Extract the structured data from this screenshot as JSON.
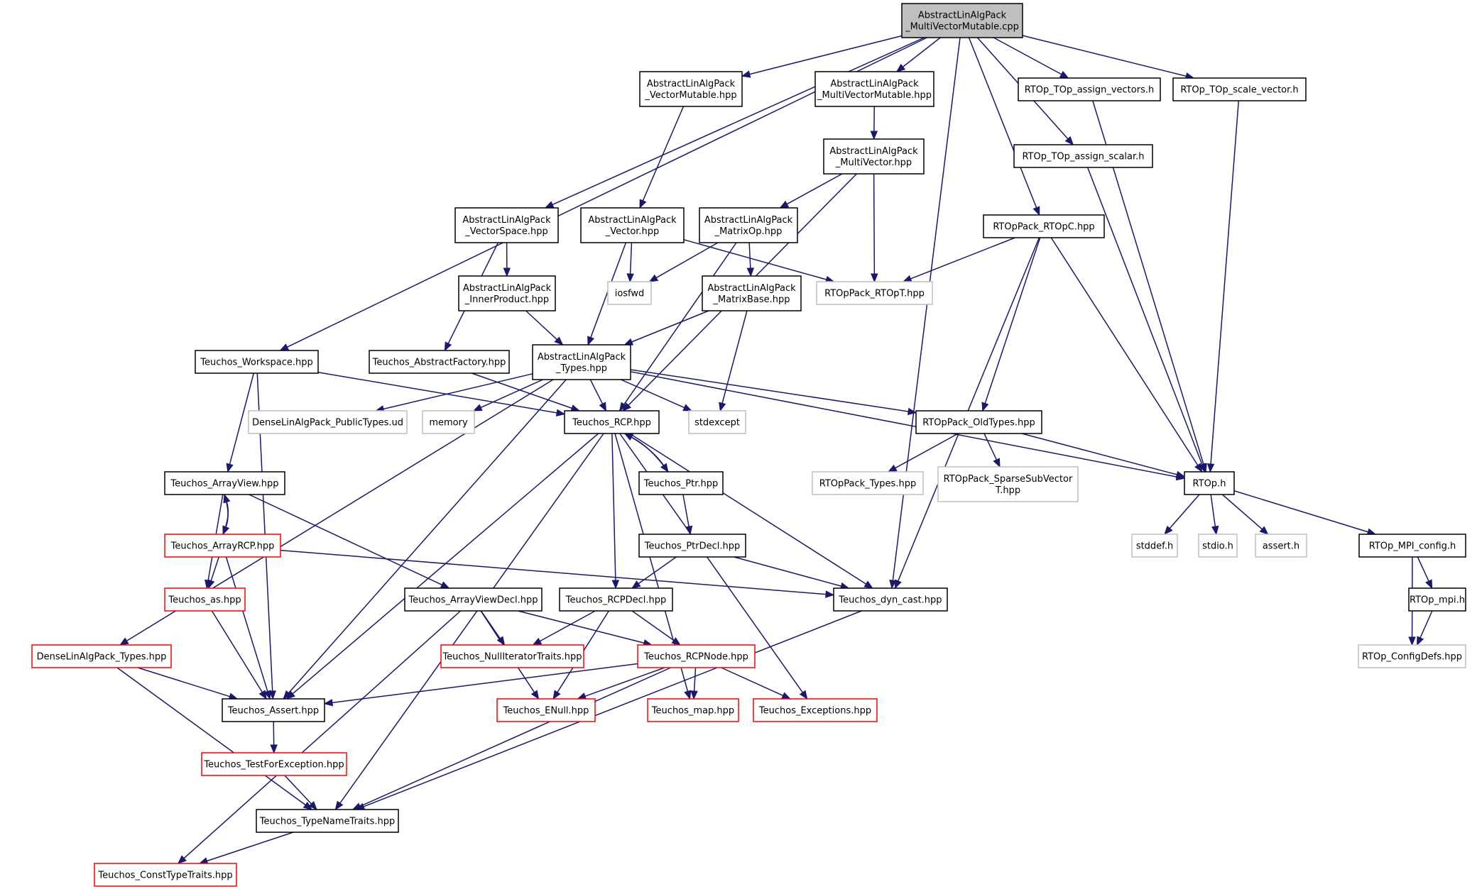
{
  "title": "",
  "colors": {
    "edge": "#191970",
    "root_fill": "#bfbfbf",
    "normal_border": "#000000",
    "external_border": "#bfbfbf",
    "truncated_border": "#ff0000",
    "text": "#000000"
  },
  "node_types": {
    "root": "gray-filled box: file being documented",
    "normal": "black-bordered box",
    "external": "light-gray bordered box: header not documented",
    "truncated": "red-bordered box: graph truncated"
  },
  "nodes": [
    {
      "id": "root",
      "lines": [
        "AbstractLinAlgPack",
        "_MultiVectorMutable.cpp"
      ],
      "style": "root"
    },
    {
      "id": "vecmut",
      "lines": [
        "AbstractLinAlgPack",
        "_VectorMutable.hpp"
      ],
      "style": "normal"
    },
    {
      "id": "mvmut",
      "lines": [
        "AbstractLinAlgPack",
        "_MultiVectorMutable.hpp"
      ],
      "style": "normal"
    },
    {
      "id": "assignvec",
      "lines": [
        "RTOp_TOp_assign_vectors.h"
      ],
      "style": "normal"
    },
    {
      "id": "scalevec",
      "lines": [
        "RTOp_TOp_scale_vector.h"
      ],
      "style": "normal"
    },
    {
      "id": "mv",
      "lines": [
        "AbstractLinAlgPack",
        "_MultiVector.hpp"
      ],
      "style": "normal"
    },
    {
      "id": "assignscal",
      "lines": [
        "RTOp_TOp_assign_scalar.h"
      ],
      "style": "normal"
    },
    {
      "id": "vspace",
      "lines": [
        "AbstractLinAlgPack",
        "_VectorSpace.hpp"
      ],
      "style": "normal"
    },
    {
      "id": "vector",
      "lines": [
        "AbstractLinAlgPack",
        "_Vector.hpp"
      ],
      "style": "normal"
    },
    {
      "id": "matop",
      "lines": [
        "AbstractLinAlgPack",
        "_MatrixOp.hpp"
      ],
      "style": "normal"
    },
    {
      "id": "rtopc",
      "lines": [
        "RTOpPack_RTOpC.hpp"
      ],
      "style": "normal"
    },
    {
      "id": "iosfwd",
      "lines": [
        "iosfwd"
      ],
      "style": "external"
    },
    {
      "id": "rtopt",
      "lines": [
        "RTOpPack_RTOpT.hpp"
      ],
      "style": "external"
    },
    {
      "id": "innerprod",
      "lines": [
        "AbstractLinAlgPack",
        "_InnerProduct.hpp"
      ],
      "style": "normal"
    },
    {
      "id": "matbase",
      "lines": [
        "AbstractLinAlgPack",
        "_MatrixBase.hpp"
      ],
      "style": "normal"
    },
    {
      "id": "workspace",
      "lines": [
        "Teuchos_Workspace.hpp"
      ],
      "style": "normal"
    },
    {
      "id": "absfact",
      "lines": [
        "Teuchos_AbstractFactory.hpp"
      ],
      "style": "normal"
    },
    {
      "id": "types",
      "lines": [
        "AbstractLinAlgPack",
        "_Types.hpp"
      ],
      "style": "normal"
    },
    {
      "id": "denseud",
      "lines": [
        "DenseLinAlgPack_PublicTypes.ud"
      ],
      "style": "external"
    },
    {
      "id": "memory",
      "lines": [
        "memory"
      ],
      "style": "external"
    },
    {
      "id": "rcp",
      "lines": [
        "Teuchos_RCP.hpp"
      ],
      "style": "normal"
    },
    {
      "id": "stdexcept",
      "lines": [
        "stdexcept"
      ],
      "style": "external"
    },
    {
      "id": "oldtypes",
      "lines": [
        "RTOpPack_OldTypes.hpp"
      ],
      "style": "normal"
    },
    {
      "id": "arrayview",
      "lines": [
        "Teuchos_ArrayView.hpp"
      ],
      "style": "normal"
    },
    {
      "id": "ptr",
      "lines": [
        "Teuchos_Ptr.hpp"
      ],
      "style": "normal"
    },
    {
      "id": "rtoptypes",
      "lines": [
        "RTOpPack_Types.hpp"
      ],
      "style": "external"
    },
    {
      "id": "sparsesub",
      "lines": [
        "RTOpPack_SparseSubVector",
        "T.hpp"
      ],
      "style": "external"
    },
    {
      "id": "rtoph",
      "lines": [
        "RTOp.h"
      ],
      "style": "normal"
    },
    {
      "id": "arrayrcp",
      "lines": [
        "Teuchos_ArrayRCP.hpp"
      ],
      "style": "truncated"
    },
    {
      "id": "ptrdecl",
      "lines": [
        "Teuchos_PtrDecl.hpp"
      ],
      "style": "normal"
    },
    {
      "id": "stddef",
      "lines": [
        "stddef.h"
      ],
      "style": "external"
    },
    {
      "id": "stdio",
      "lines": [
        "stdio.h"
      ],
      "style": "external"
    },
    {
      "id": "asserth",
      "lines": [
        "assert.h"
      ],
      "style": "external"
    },
    {
      "id": "mpiconfig",
      "lines": [
        "RTOp_MPI_config.h"
      ],
      "style": "normal"
    },
    {
      "id": "as",
      "lines": [
        "Teuchos_as.hpp"
      ],
      "style": "truncated"
    },
    {
      "id": "avdecl",
      "lines": [
        "Teuchos_ArrayViewDecl.hpp"
      ],
      "style": "normal"
    },
    {
      "id": "rcpdecl",
      "lines": [
        "Teuchos_RCPDecl.hpp"
      ],
      "style": "normal"
    },
    {
      "id": "dyncast",
      "lines": [
        "Teuchos_dyn_cast.hpp"
      ],
      "style": "normal"
    },
    {
      "id": "mpih",
      "lines": [
        "RTOp_mpi.h"
      ],
      "style": "normal"
    },
    {
      "id": "densetypes",
      "lines": [
        "DenseLinAlgPack_Types.hpp"
      ],
      "style": "truncated"
    },
    {
      "id": "nulliter",
      "lines": [
        "Teuchos_NullIteratorTraits.hpp"
      ],
      "style": "truncated"
    },
    {
      "id": "rcpnode",
      "lines": [
        "Teuchos_RCPNode.hpp"
      ],
      "style": "truncated"
    },
    {
      "id": "configdefs",
      "lines": [
        "RTOp_ConfigDefs.hpp"
      ],
      "style": "external"
    },
    {
      "id": "assert",
      "lines": [
        "Teuchos_Assert.hpp"
      ],
      "style": "normal"
    },
    {
      "id": "enull",
      "lines": [
        "Teuchos_ENull.hpp"
      ],
      "style": "truncated"
    },
    {
      "id": "map",
      "lines": [
        "Teuchos_map.hpp"
      ],
      "style": "truncated"
    },
    {
      "id": "exceptions",
      "lines": [
        "Teuchos_Exceptions.hpp"
      ],
      "style": "truncated"
    },
    {
      "id": "testforexc",
      "lines": [
        "Teuchos_TestForException.hpp"
      ],
      "style": "truncated"
    },
    {
      "id": "typename",
      "lines": [
        "Teuchos_TypeNameTraits.hpp"
      ],
      "style": "normal"
    },
    {
      "id": "consttype",
      "lines": [
        "Teuchos_ConstTypeTraits.hpp"
      ],
      "style": "truncated"
    }
  ],
  "edges": [
    [
      "root",
      "vecmut"
    ],
    [
      "root",
      "mvmut"
    ],
    [
      "root",
      "assignvec"
    ],
    [
      "root",
      "scalevec"
    ],
    [
      "root",
      "assignscal"
    ],
    [
      "root",
      "rtopc"
    ],
    [
      "root",
      "vspace"
    ],
    [
      "root",
      "workspace"
    ],
    [
      "root",
      "dyncast"
    ],
    [
      "vecmut",
      "vector"
    ],
    [
      "mvmut",
      "mv"
    ],
    [
      "mv",
      "matop"
    ],
    [
      "mv",
      "rtopt"
    ],
    [
      "mv",
      "rcp"
    ],
    [
      "vspace",
      "innerprod"
    ],
    [
      "vspace",
      "absfact"
    ],
    [
      "innerprod",
      "types"
    ],
    [
      "vector",
      "iosfwd"
    ],
    [
      "vector",
      "types"
    ],
    [
      "vector",
      "rtopt"
    ],
    [
      "matop",
      "iosfwd"
    ],
    [
      "matop",
      "matbase"
    ],
    [
      "matop",
      "rcp"
    ],
    [
      "matbase",
      "types"
    ],
    [
      "matbase",
      "stdexcept"
    ],
    [
      "rtopc",
      "rtopt"
    ],
    [
      "rtopc",
      "oldtypes"
    ],
    [
      "rtopc",
      "rtoph"
    ],
    [
      "rtopc",
      "dyncast"
    ],
    [
      "assignvec",
      "rtoph"
    ],
    [
      "scalevec",
      "rtoph"
    ],
    [
      "assignscal",
      "rtoph"
    ],
    [
      "absfact",
      "rcp"
    ],
    [
      "workspace",
      "rcp"
    ],
    [
      "workspace",
      "arrayview"
    ],
    [
      "workspace",
      "assert"
    ],
    [
      "types",
      "denseud"
    ],
    [
      "types",
      "memory"
    ],
    [
      "types",
      "rcp"
    ],
    [
      "types",
      "stdexcept"
    ],
    [
      "types",
      "oldtypes"
    ],
    [
      "types",
      "rtoph"
    ],
    [
      "types",
      "densetypes"
    ],
    [
      "types",
      "assert"
    ],
    [
      "oldtypes",
      "rtoptypes"
    ],
    [
      "oldtypes",
      "sparsesub"
    ],
    [
      "oldtypes",
      "rtoph"
    ],
    [
      "rtoph",
      "stddef"
    ],
    [
      "rtoph",
      "stdio"
    ],
    [
      "rtoph",
      "asserth"
    ],
    [
      "rtoph",
      "mpiconfig"
    ],
    [
      "mpiconfig",
      "mpih"
    ],
    [
      "mpiconfig",
      "configdefs"
    ],
    [
      "mpih",
      "configdefs"
    ],
    [
      "rcp",
      "ptr"
    ],
    [
      "ptr",
      "rcp"
    ],
    [
      "ptr",
      "ptrdecl"
    ],
    [
      "ptrdecl",
      "rcpdecl"
    ],
    [
      "ptrdecl",
      "dyncast"
    ],
    [
      "rcp",
      "rcpdecl"
    ],
    [
      "rcp",
      "dyncast"
    ],
    [
      "rcp",
      "exceptions"
    ],
    [
      "rcp",
      "map"
    ],
    [
      "rcp",
      "typename"
    ],
    [
      "rcp",
      "assert"
    ],
    [
      "arrayview",
      "arrayrcp"
    ],
    [
      "arrayrcp",
      "arrayview"
    ],
    [
      "arrayview",
      "as"
    ],
    [
      "arrayview",
      "avdecl"
    ],
    [
      "arrayrcp",
      "as"
    ],
    [
      "arrayrcp",
      "assert"
    ],
    [
      "arrayrcp",
      "dyncast"
    ],
    [
      "as",
      "assert"
    ],
    [
      "avdecl",
      "nulliter"
    ],
    [
      "avdecl",
      "rcpnode"
    ],
    [
      "avdecl",
      "enull"
    ],
    [
      "avdecl",
      "consttype"
    ],
    [
      "rcpdecl",
      "nulliter"
    ],
    [
      "rcpdecl",
      "rcpnode"
    ],
    [
      "rcpdecl",
      "enull"
    ],
    [
      "rcpnode",
      "assert"
    ],
    [
      "rcpnode",
      "enull"
    ],
    [
      "rcpnode",
      "map"
    ],
    [
      "rcpnode",
      "exceptions"
    ],
    [
      "rcpnode",
      "typename"
    ],
    [
      "dyncast",
      "typename"
    ],
    [
      "densetypes",
      "assert"
    ],
    [
      "densetypes",
      "typename"
    ],
    [
      "assert",
      "testforexc"
    ],
    [
      "testforexc",
      "typename"
    ],
    [
      "typename",
      "consttype"
    ]
  ]
}
